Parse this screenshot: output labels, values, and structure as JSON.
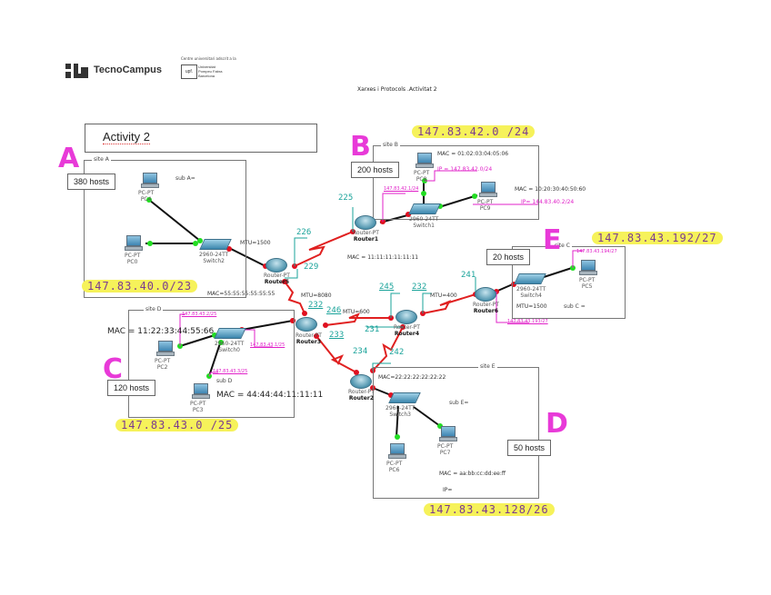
{
  "header": {
    "logo_text": "TecnoCampus",
    "affiliation_small": "Centre universitari adscrit a la",
    "upf_badge": "upf.",
    "upf_name_lines": [
      "Universitat",
      "Pompeu Fabra",
      "Barcelona"
    ],
    "document_title": "Xarxes i Protocols .Activitat 2"
  },
  "activity_title": "Activity 2",
  "handwritten_letters": [
    "A",
    "B",
    "C",
    "D",
    "E"
  ],
  "sites": {
    "A": {
      "title": "site A",
      "hosts": "380 hosts",
      "sub": "sub A=",
      "network": "147.83.40.0/23",
      "devices": {
        "pc4": [
          "PC-PT",
          "PC4"
        ],
        "pc0": [
          "PC-PT",
          "PC0"
        ],
        "switch": [
          "2960-24TT",
          "Switch2"
        ]
      }
    },
    "B": {
      "title": "site B",
      "hosts": "200 hosts",
      "network": "147.83.42.0 /24",
      "mac_pc": "MAC = 01:02:03:04:05:06",
      "ip_pc": "IP = 147.83.42.0/24",
      "mac_pc9": "MAC = 10:20:30:40:50:60",
      "ip_pc9": "IP= 144.83.40.2/24",
      "router_note": "147.83.42.1/24",
      "devices": {
        "pc": [
          "PC-PT",
          "PC8"
        ],
        "pc9": [
          "PC-PT",
          "PC9"
        ],
        "switch": [
          "2960-24TT",
          "Switch1"
        ],
        "router": [
          "Router-PT",
          "Router1"
        ]
      },
      "router_mac": "MAC = 11:11:11:11:11:11"
    },
    "C": {
      "title": "site C",
      "hosts": "20 hosts",
      "sub": "sub C =",
      "network": "147.83.43.192/27",
      "mtu": "MTU=1500",
      "pc_note": "147.83.43.194/27",
      "router_note": "147.83.43.193/27",
      "devices": {
        "pc": [
          "PC-PT",
          "PC5"
        ],
        "switch": [
          "2960-24TT",
          "Switch4"
        ],
        "router": [
          "Router-PT",
          "Router6"
        ]
      }
    },
    "D": {
      "title": "site D",
      "hosts": "120 hosts",
      "sub": "sub D",
      "network": "147.83.43.0 /25",
      "mac_top": "MAC = 11:22:33:44:55:66",
      "mac_bottom": "MAC = 44:44:44:11:11:11",
      "pc2_note": "147.83.43.2/25",
      "router_note": "147.83.43.1/25",
      "pc3_note": "147.83.43.3/25",
      "devices": {
        "pc2": [
          "PC-PT",
          "PC2"
        ],
        "pc3": [
          "PC-PT",
          "PC3"
        ],
        "switch": [
          "2960-24TT",
          "Switch0"
        ]
      }
    },
    "E": {
      "title": "site E",
      "hosts": "50 hosts",
      "sub": "sub E=",
      "network": "147.83.43.128/26",
      "mac_router": "MAC=22:22:22:22:22:22",
      "mac_pc": "MAC = aa:bb:cc:dd:ee:ff",
      "ip": "IP=",
      "devices": {
        "pc6": [
          "PC-PT",
          "PC6"
        ],
        "pc7": [
          "PC-PT",
          "PC7"
        ],
        "switch": [
          "2960-24TT",
          "Switch3"
        ],
        "router": [
          "Router-PT",
          "Router2"
        ]
      }
    }
  },
  "core": {
    "router5": [
      "Router-PT",
      "Router5"
    ],
    "router3": [
      "Router-PT",
      "Router3"
    ],
    "router4": [
      "Router-PT",
      "Router4"
    ],
    "router5_mac": "MAC=55:55:55:55:55:55",
    "mtu_labels": {
      "r5_switch": "MTU=1500",
      "r5_r3": "MTU=8080",
      "r3_r4": "MTU=600",
      "r4_r6": "MTU=400"
    },
    "iface_labels": [
      "225",
      "226",
      "229",
      "232",
      "246",
      "233",
      "234",
      "245",
      "231",
      "232",
      "241",
      "242"
    ]
  }
}
